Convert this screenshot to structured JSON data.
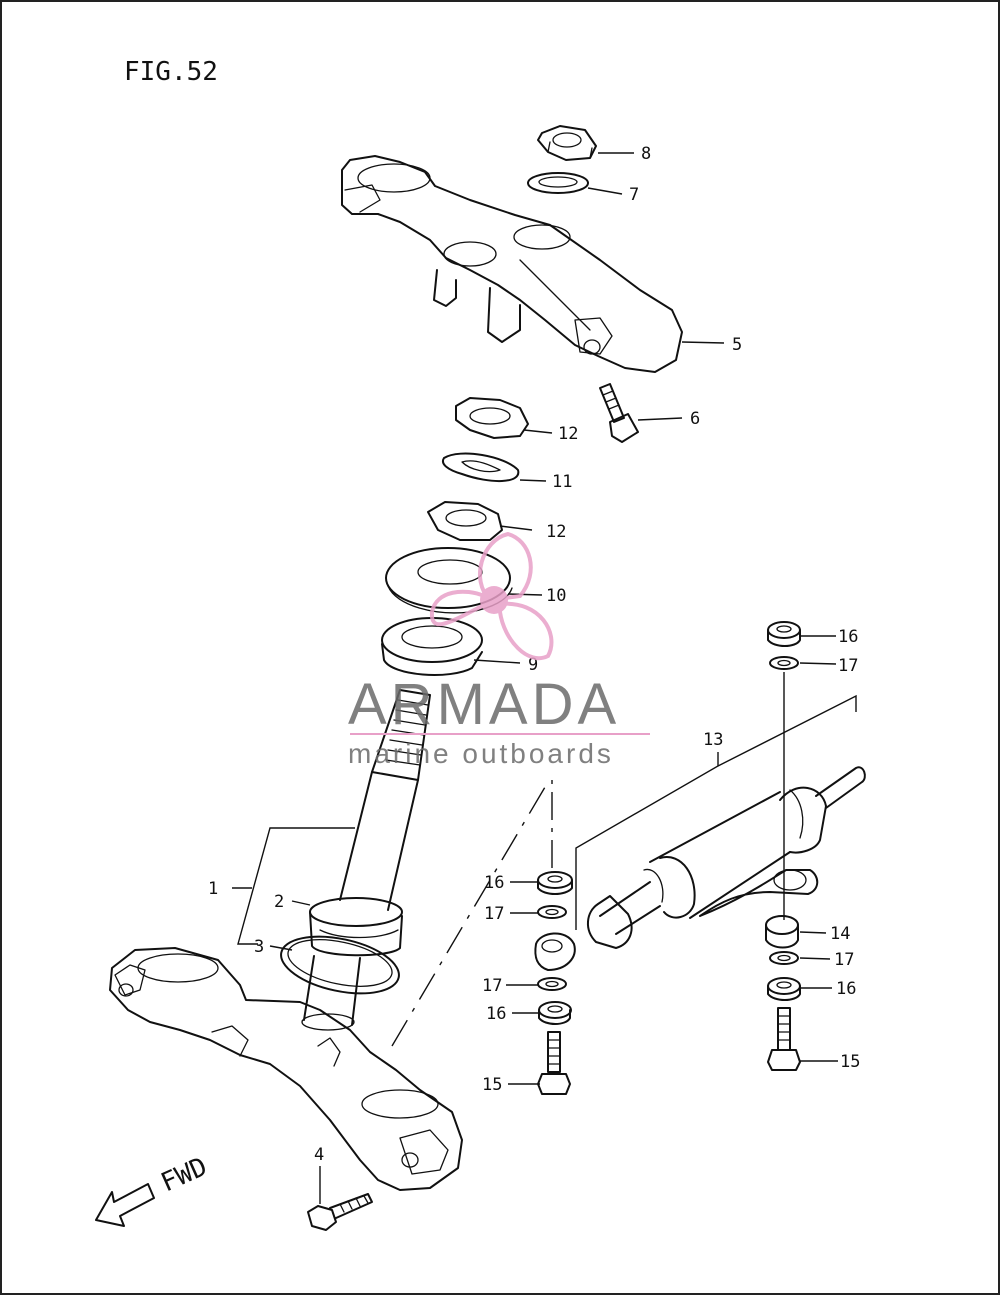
{
  "figure": {
    "title": "FIG.52"
  },
  "direction": {
    "label": "FWD"
  },
  "watermark": {
    "brand": "ARMADA",
    "tagline": "marine outboards",
    "accent_color": "#e8a0c8",
    "text_color": "#6b6b6b"
  },
  "callouts": {
    "n1": "1",
    "n2": "2",
    "n3": "3",
    "n4": "4",
    "n5": "5",
    "n6": "6",
    "n7": "7",
    "n8": "8",
    "n9": "9",
    "n10": "10",
    "n11": "11",
    "n12a": "12",
    "n12b": "12",
    "n13": "13",
    "n14": "14",
    "n15a": "15",
    "n15b": "15",
    "n16a": "16",
    "n16b": "16",
    "n16c": "16",
    "n16d": "16",
    "n17a": "17",
    "n17b": "17",
    "n17c": "17",
    "n17d": "17"
  }
}
